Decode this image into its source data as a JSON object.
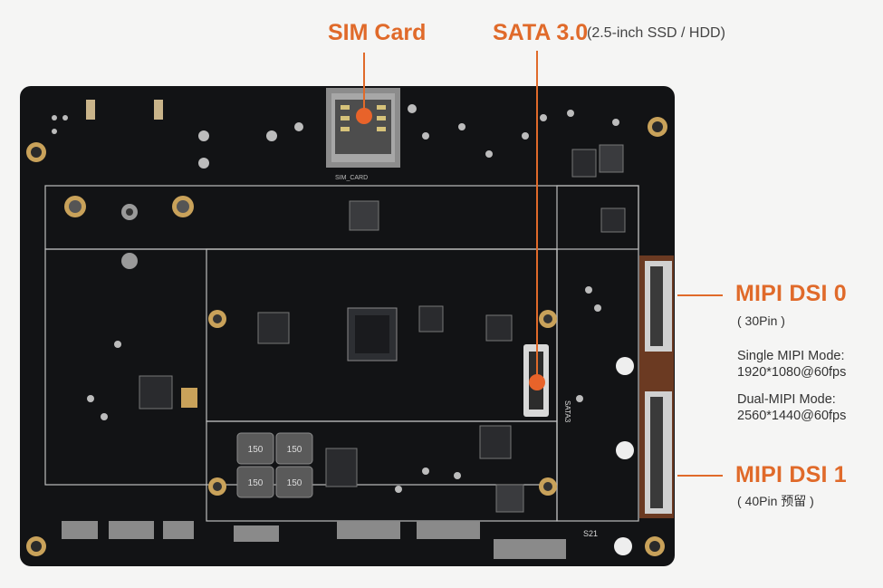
{
  "colors": {
    "accent": "#e06a2a",
    "board": "#121315",
    "silk": "#d9d9d9",
    "gold": "#c9a25a"
  },
  "labels": {
    "sim_card": "SIM Card",
    "sata_title": "SATA 3.0",
    "sata_note": "(2.5-inch SSD / HDD)",
    "dsi0_title": "MIPI DSI 0",
    "dsi0_pins": "( 30Pin )",
    "dsi1_title": "MIPI DSI 1",
    "dsi1_pins": "( 40Pin 预留 )",
    "single_mode_title": "Single MIPI Mode:",
    "single_mode_value": "1920*1080@60fps",
    "dual_mode_title": "Dual-MIPI Mode:",
    "dual_mode_value": "2560*1440@60fps"
  },
  "board_marks": {
    "sata_silk": "SATA3",
    "s21": "S21",
    "sim_silk": "SIM_CARD"
  }
}
